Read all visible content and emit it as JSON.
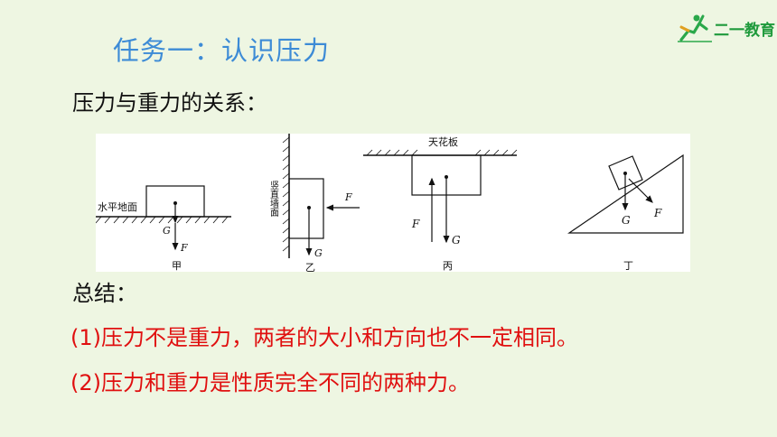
{
  "logo": {
    "text": "二一教育"
  },
  "title": "任务一：认识压力",
  "subtitle": "压力与重力的关系：",
  "diagram": {
    "jia": {
      "surface_label": "水平地面",
      "force_g": "G",
      "force_f": "F",
      "caption": "甲"
    },
    "yi": {
      "wall_label": "竖直墙面",
      "force_f": "F",
      "force_g": "G",
      "caption": "乙"
    },
    "bing": {
      "ceiling_label": "天花板",
      "force_f": "F",
      "force_g": "G",
      "caption": "丙"
    },
    "ding": {
      "force_g": "G",
      "force_f": "F",
      "caption": "丁"
    }
  },
  "summary_label": "总结：",
  "points": [
    "(1)压力不是重力，两者的大小和方向也不一定相同。",
    "(2)压力和重力是性质完全不同的两种力。"
  ],
  "colors": {
    "title": "#3d8bd6",
    "points": "#e01010",
    "background": "#eef6e2",
    "logo": "#1f9a3c"
  }
}
